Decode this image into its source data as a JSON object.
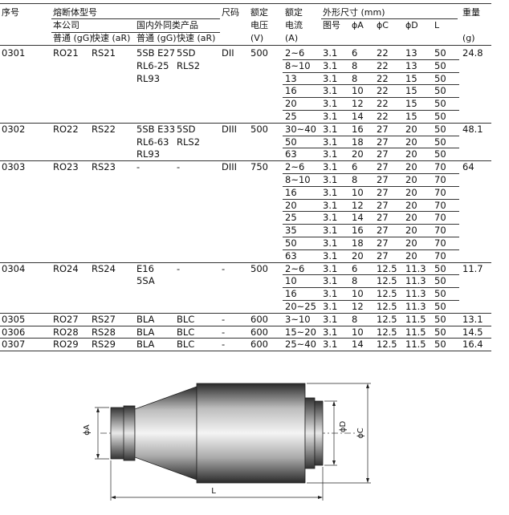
{
  "header": {
    "seq": "序号",
    "fuse_model": "熔断体型号",
    "company": "本公司",
    "gG1": "普通 (gG)",
    "aR1": "快速 (aR)",
    "domestic": "国内外同类产品",
    "gG2": "普通 (gG)",
    "aR2": "快速 (aR)",
    "size": "尺码",
    "volt1": "额定",
    "volt2": "电压",
    "volt3": "(V)",
    "cur1": "额定",
    "cur2": "电流",
    "cur3": "(A)",
    "dims": "外形尺寸 (mm)",
    "fig": "图号",
    "phiA": "ϕA",
    "phiC": "ϕC",
    "phiD": "ϕD",
    "L": "L",
    "weight": "重量",
    "weight_unit": "(g)"
  },
  "groups": [
    {
      "seq": "0301",
      "gG": "RO21",
      "aR": "RS21",
      "dom_gG": [
        "5SB E27",
        "RL6-25",
        "RL93"
      ],
      "dom_aR": [
        "5SD",
        "RLS2",
        ""
      ],
      "size": "DII",
      "volt": "500",
      "weight": "24.8",
      "rows": [
        [
          "2~6",
          "3.1",
          "6",
          "22",
          "13",
          "50"
        ],
        [
          "8~10",
          "3.1",
          "8",
          "22",
          "13",
          "50"
        ],
        [
          "13",
          "3.1",
          "8",
          "22",
          "15",
          "50"
        ],
        [
          "16",
          "3.1",
          "10",
          "22",
          "15",
          "50"
        ],
        [
          "20",
          "3.1",
          "12",
          "22",
          "15",
          "50"
        ],
        [
          "25",
          "3.1",
          "14",
          "22",
          "15",
          "50"
        ]
      ]
    },
    {
      "seq": "0302",
      "gG": "RO22",
      "aR": "RS22",
      "dom_gG": [
        "5SB E33",
        "RL6-63",
        "RL93"
      ],
      "dom_aR": [
        "5SD",
        "RLS2",
        ""
      ],
      "size": "DIII",
      "volt": "500",
      "weight": "48.1",
      "rows": [
        [
          "30~40",
          "3.1",
          "16",
          "27",
          "20",
          "50"
        ],
        [
          "50",
          "3.1",
          "18",
          "27",
          "20",
          "50"
        ],
        [
          "63",
          "3.1",
          "20",
          "27",
          "20",
          "50"
        ]
      ]
    },
    {
      "seq": "0303",
      "gG": "RO23",
      "aR": "RS23",
      "dom_gG": [
        "-"
      ],
      "dom_aR": [
        "-"
      ],
      "size": "DIII",
      "volt": "750",
      "weight": "64",
      "rows": [
        [
          "2~6",
          "3.1",
          "6",
          "27",
          "20",
          "70"
        ],
        [
          "8~10",
          "3.1",
          "8",
          "27",
          "20",
          "70"
        ],
        [
          "16",
          "3.1",
          "10",
          "27",
          "20",
          "70"
        ],
        [
          "20",
          "3.1",
          "12",
          "27",
          "20",
          "70"
        ],
        [
          "25",
          "3.1",
          "14",
          "27",
          "20",
          "70"
        ],
        [
          "35",
          "3.1",
          "16",
          "27",
          "20",
          "70"
        ],
        [
          "50",
          "3.1",
          "18",
          "27",
          "20",
          "70"
        ],
        [
          "63",
          "3.1",
          "20",
          "27",
          "20",
          "70"
        ]
      ]
    },
    {
      "seq": "0304",
      "gG": "RO24",
      "aR": "RS24",
      "dom_gG": [
        "E16",
        "5SA"
      ],
      "dom_aR": [
        "-"
      ],
      "size": "-",
      "volt": "500",
      "weight": "11.7",
      "rows": [
        [
          "2~6",
          "3.1",
          "6",
          "12.5",
          "11.3",
          "50"
        ],
        [
          "10",
          "3.1",
          "8",
          "12.5",
          "11.3",
          "50"
        ],
        [
          "16",
          "3.1",
          "10",
          "12.5",
          "11.3",
          "50"
        ],
        [
          "20~25",
          "3.1",
          "12",
          "12.5",
          "11.3",
          "50"
        ]
      ]
    },
    {
      "seq": "0305",
      "gG": "RO27",
      "aR": "RS27",
      "dom_gG": [
        "BLA"
      ],
      "dom_aR": [
        "BLC"
      ],
      "size": "-",
      "volt": "600",
      "weight": "13.1",
      "rows": [
        [
          "3~10",
          "3.1",
          "8",
          "12.5",
          "11.5",
          "50"
        ]
      ]
    },
    {
      "seq": "0306",
      "gG": "RO28",
      "aR": "RS28",
      "dom_gG": [
        "BLA"
      ],
      "dom_aR": [
        "BLC"
      ],
      "size": "-",
      "volt": "600",
      "weight": "14.5",
      "rows": [
        [
          "15~20",
          "3.1",
          "10",
          "12.5",
          "11.5",
          "50"
        ]
      ]
    },
    {
      "seq": "0307",
      "gG": "RO29",
      "aR": "RS29",
      "dom_gG": [
        "BLA"
      ],
      "dom_aR": [
        "BLC"
      ],
      "size": "-",
      "volt": "600",
      "weight": "16.4",
      "rows": [
        [
          "25~40",
          "3.1",
          "14",
          "12.5",
          "11.5",
          "50"
        ]
      ]
    }
  ],
  "drawing": {
    "label_A": "ϕA",
    "label_D": "ϕD",
    "label_C": "ϕC",
    "label_L": "L"
  }
}
